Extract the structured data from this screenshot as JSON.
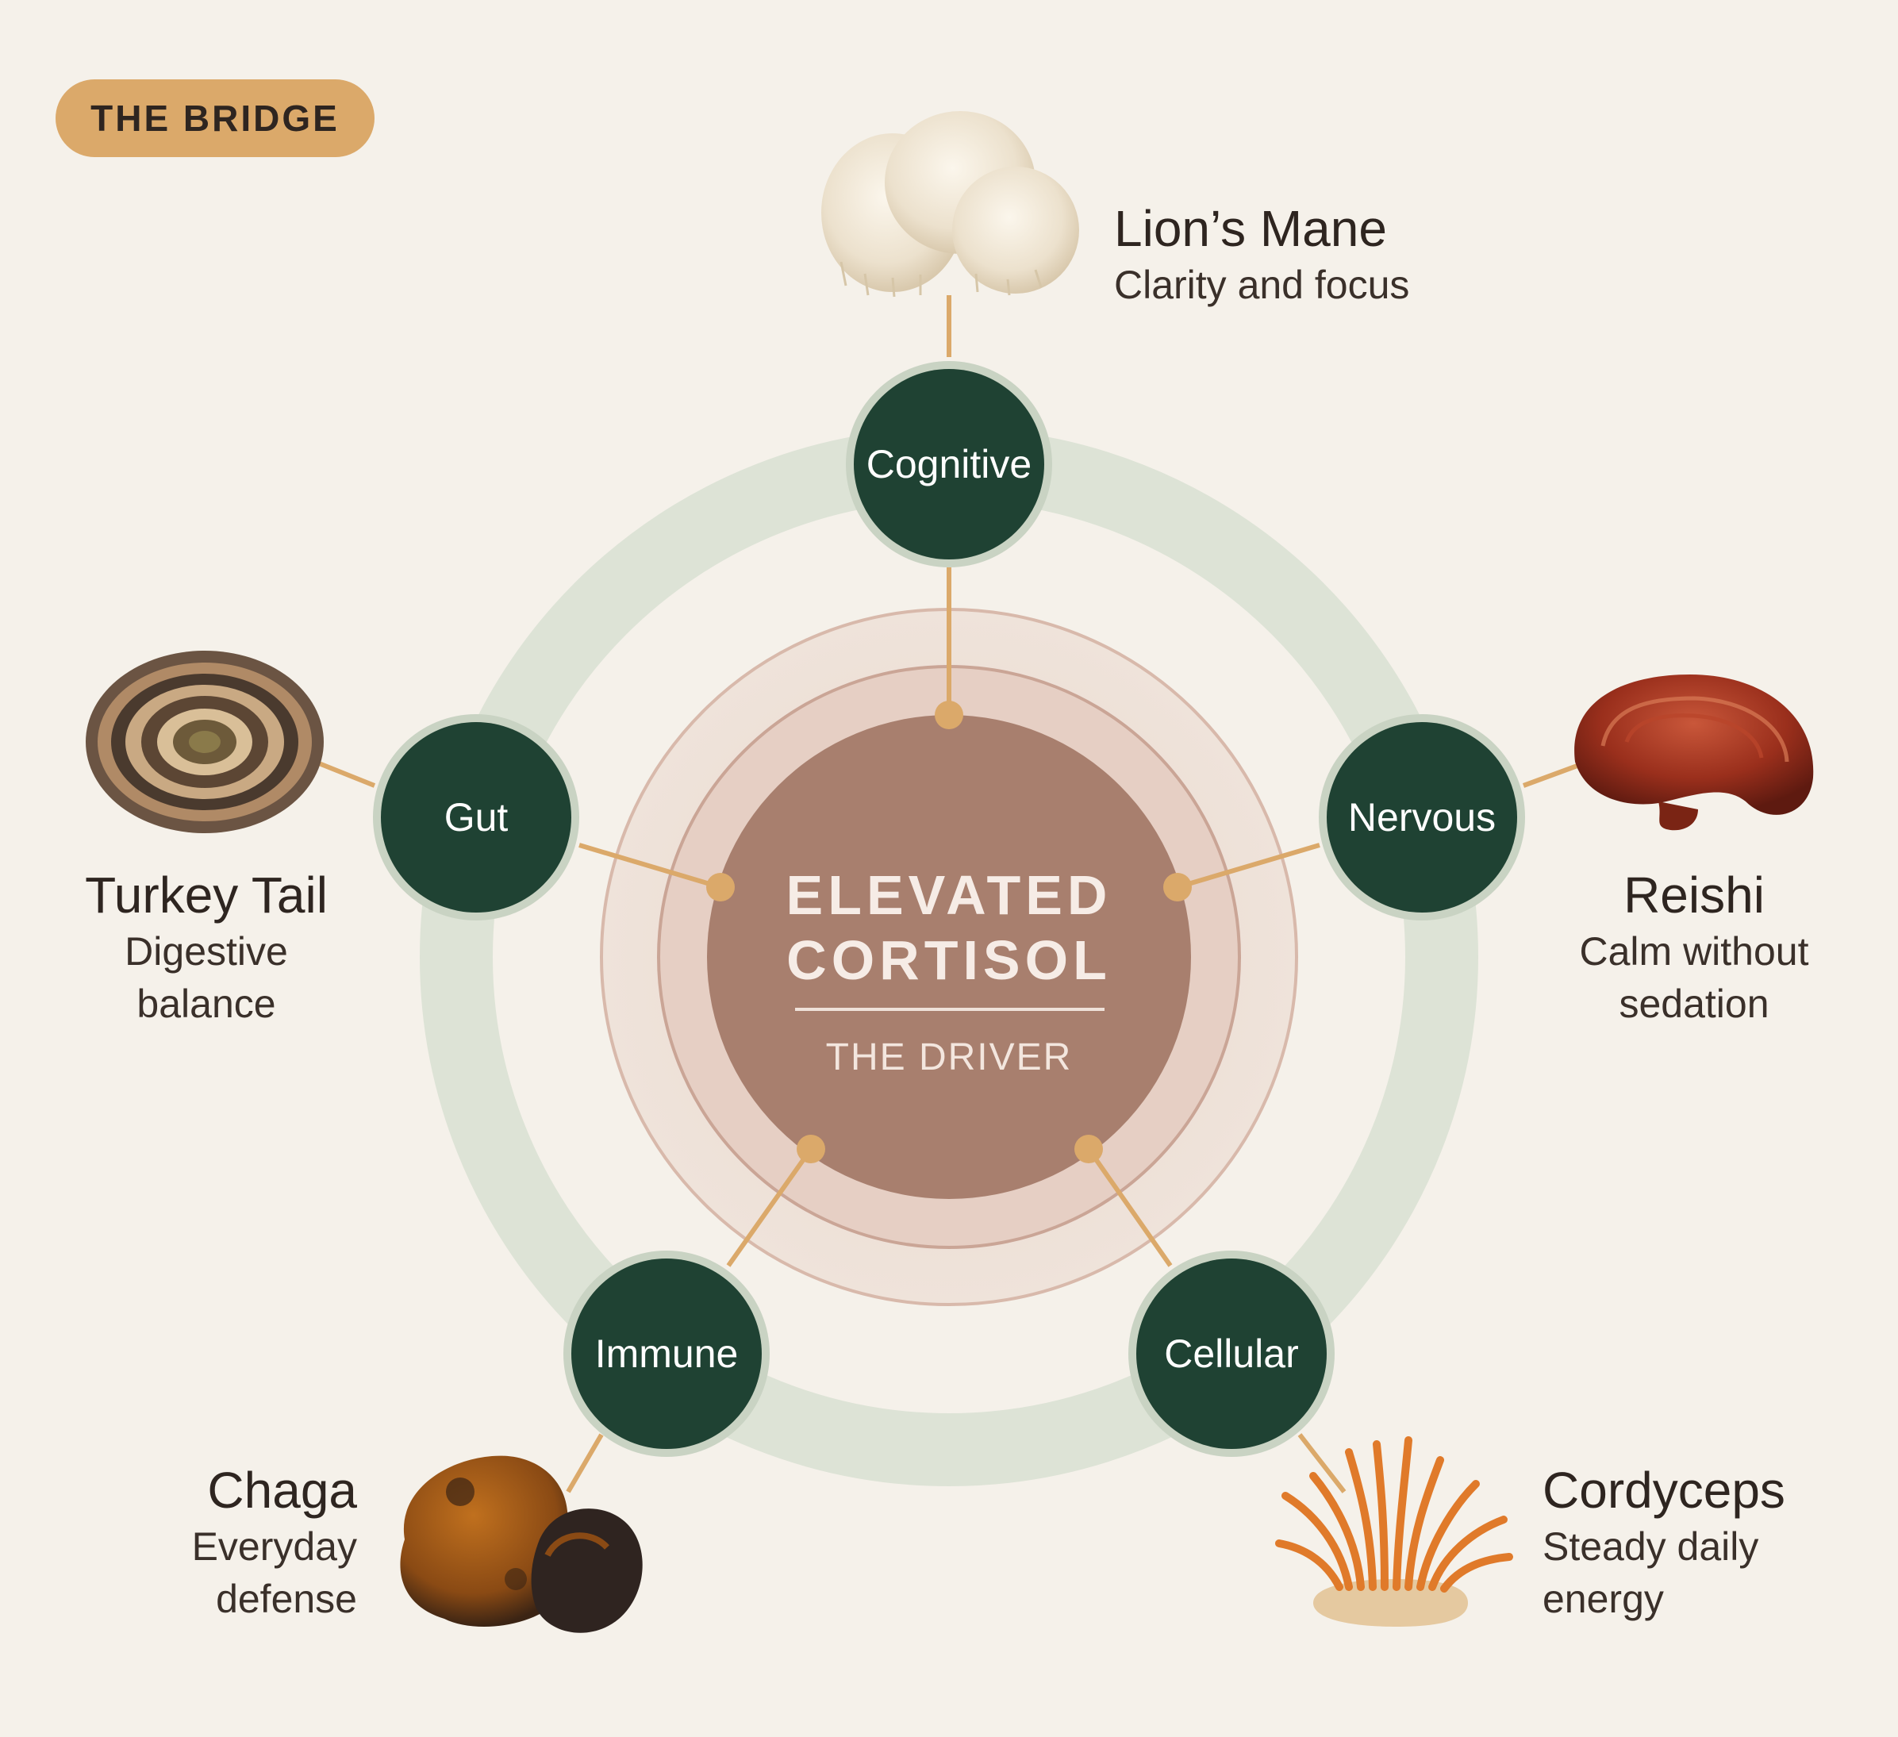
{
  "badge": {
    "label": "THE BRIDGE"
  },
  "center": {
    "title_line1": "ELEVATED",
    "title_line2": "CORTISOL",
    "subtitle": "THE DRIVER"
  },
  "nodes": {
    "cognitive": "Cognitive",
    "nervous": "Nervous",
    "cellular": "Cellular",
    "immune": "Immune",
    "gut": "Gut"
  },
  "mushrooms": {
    "lions_mane": {
      "name": "Lion’s Mane",
      "desc": "Clarity and focus"
    },
    "reishi": {
      "name": "Reishi",
      "desc_line1": "Calm without",
      "desc_line2": "sedation"
    },
    "cordyceps": {
      "name": "Cordyceps",
      "desc_line1": "Steady daily",
      "desc_line2": "energy"
    },
    "chaga": {
      "name": "Chaga",
      "desc_line1": "Everyday",
      "desc_line2": "defense"
    },
    "turkey_tail": {
      "name": "Turkey Tail",
      "desc_line1": "Digestive",
      "desc_line2": "balance"
    }
  },
  "colors": {
    "background": "#f5f1ea",
    "ring": "#dde3d6",
    "node_fill": "#1f4233",
    "node_border": "#c9d3c3",
    "connector": "#dba96a",
    "center_fill": "#a87f6e",
    "badge": "#dba96a"
  }
}
